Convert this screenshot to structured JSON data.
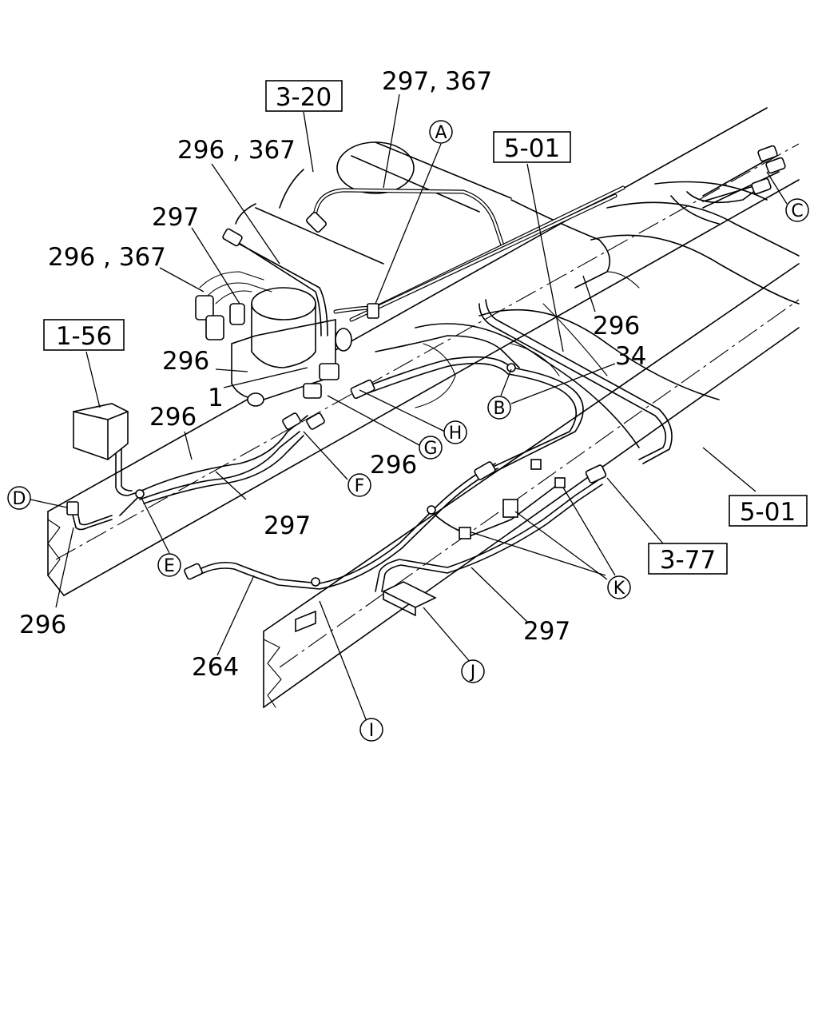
{
  "part_labels": {
    "p_297_367_top": "297, 367",
    "p_296_367_a": "296 , 367",
    "p_297_a": "297",
    "p_296_367_b": "296 , 367",
    "p_296_a": "296",
    "p_1": "1",
    "p_296_b": "296",
    "p_296_c": "296",
    "p_297_b": "297",
    "p_296_d": "296",
    "p_296_right": "296",
    "p_34": "34",
    "p_264": "264",
    "p_297_c": "297"
  },
  "reference_boxes": {
    "ref_3_20": "3-20",
    "ref_5_01_top": "5-01",
    "ref_1_56": "1-56",
    "ref_5_01_right": "5-01",
    "ref_3_77": "3-77"
  },
  "callouts": {
    "A": "A",
    "B": "B",
    "C": "C",
    "D": "D",
    "E": "E",
    "F": "F",
    "G": "G",
    "H": "H",
    "I": "I",
    "J": "J",
    "K": "K"
  }
}
